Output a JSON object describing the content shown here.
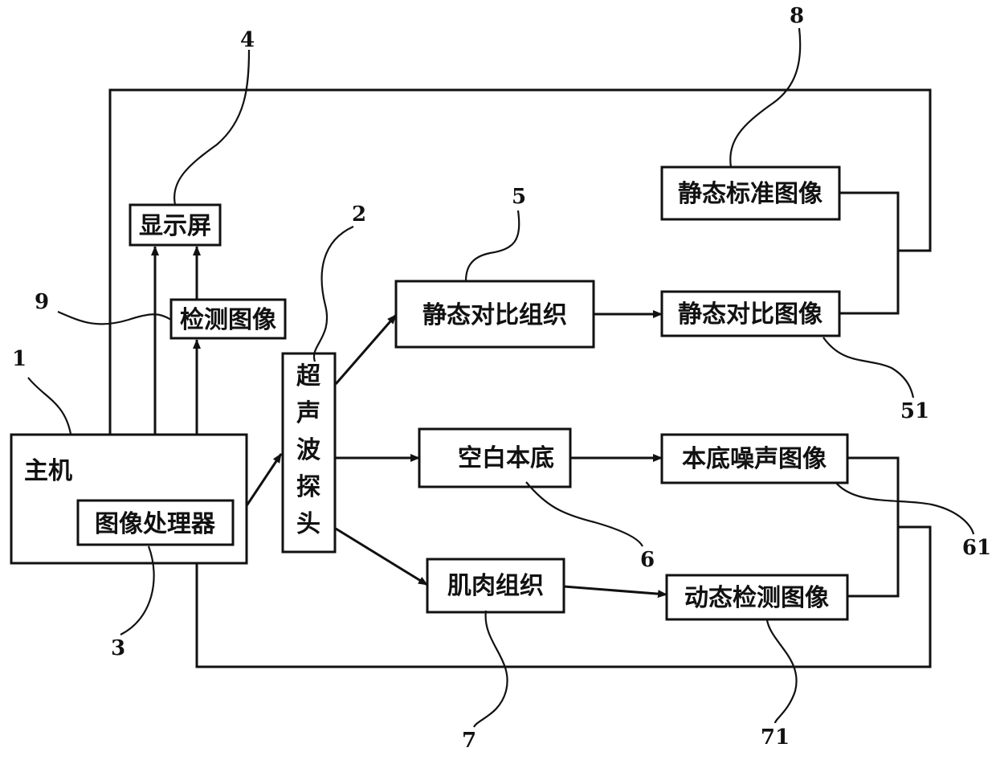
{
  "nodes": {
    "host": "主机",
    "image_processor": "图像处理器",
    "display": "显示屏",
    "detection_image": "检测图像",
    "ultrasonic_probe": [
      "超",
      "声",
      "波",
      "探",
      "头"
    ],
    "static_contrast_tissue": "静态对比组织",
    "static_contrast_image": "静态对比图像",
    "static_standard_image": "静态标准图像",
    "blank_background": "空白本底",
    "background_noise_image": "本底噪声图像",
    "muscle_tissue": "肌肉组织",
    "dynamic_detection_image": "动态检测图像"
  },
  "refs": {
    "r1": "1",
    "r2": "2",
    "r3": "3",
    "r4": "4",
    "r5": "5",
    "r51": "51",
    "r6": "6",
    "r61": "61",
    "r7": "7",
    "r71": "71",
    "r8": "8",
    "r9": "9"
  }
}
